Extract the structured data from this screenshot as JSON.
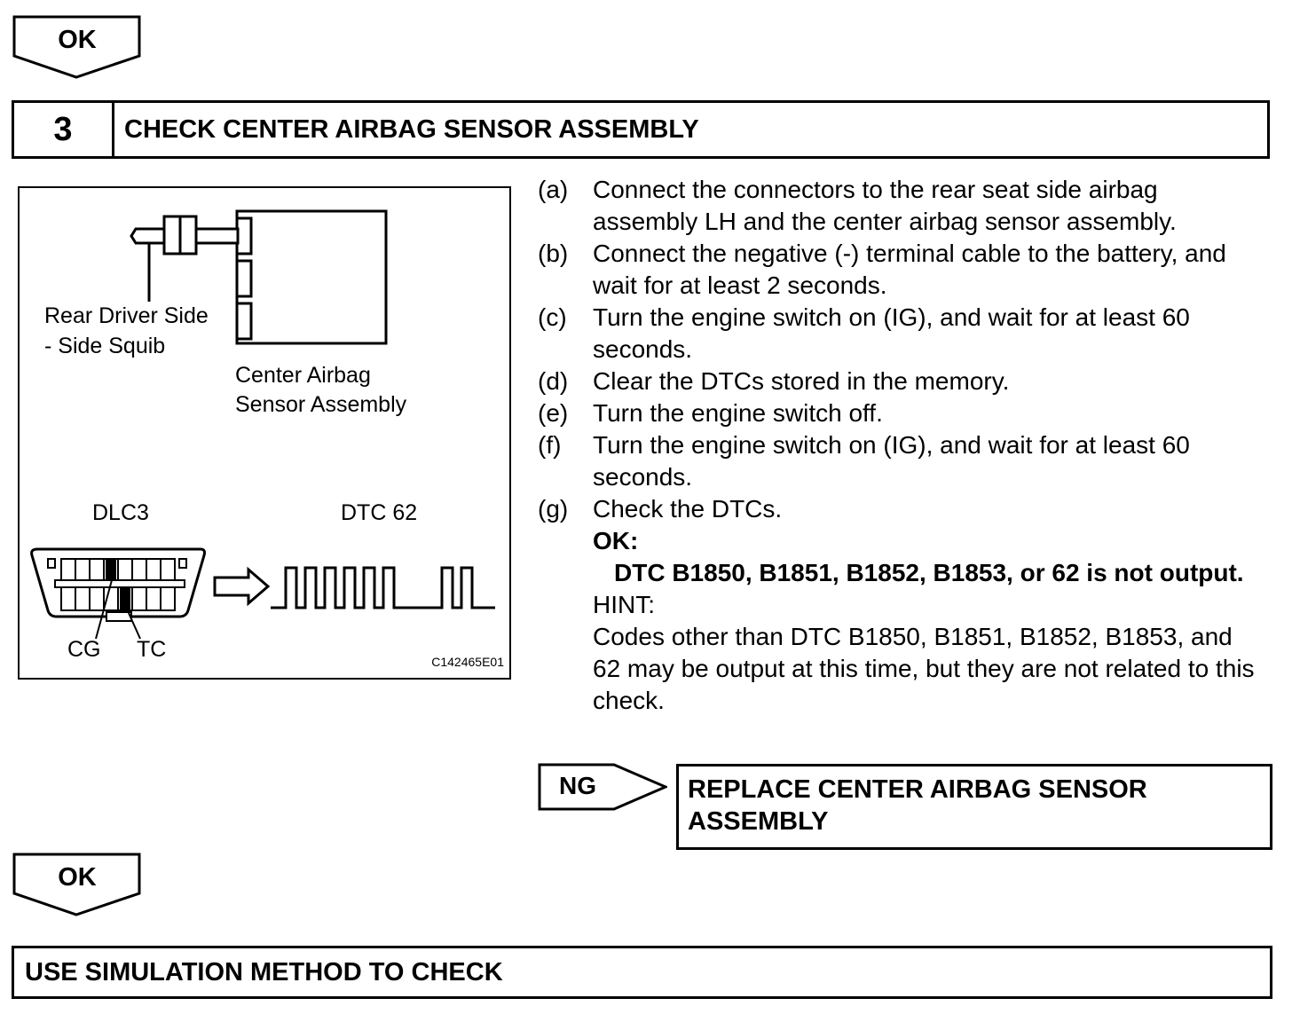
{
  "flags": {
    "ok_top": "OK",
    "ok_bottom": "OK",
    "ng": "NG"
  },
  "step": {
    "number": "3",
    "title": "CHECK CENTER AIRBAG SENSOR ASSEMBLY"
  },
  "figure": {
    "squib_label_1": "Rear Driver Side",
    "squib_label_2": "- Side Squib",
    "sensor_label_1": "Center Airbag",
    "sensor_label_2": "Sensor Assembly",
    "dlc_label": "DLC3",
    "dtc_label": "DTC 62",
    "cg_label": "CG",
    "tc_label": "TC",
    "figure_code": "C142465E01"
  },
  "procedure": {
    "steps": [
      {
        "mark": "(a)",
        "text": "Connect the connectors to the rear seat side airbag assembly LH and the center airbag sensor assembly."
      },
      {
        "mark": "(b)",
        "text": "Connect the negative (-) terminal cable to the battery, and wait for at least 2 seconds."
      },
      {
        "mark": "(c)",
        "text": "Turn the engine switch on (IG), and wait for at least 60 seconds."
      },
      {
        "mark": "(d)",
        "text": "Clear the DTCs stored in the memory."
      },
      {
        "mark": "(e)",
        "text": "Turn the engine switch off."
      },
      {
        "mark": "(f)",
        "text": "Turn the engine switch on (IG), and wait for at least 60 seconds."
      },
      {
        "mark": "(g)",
        "text": "Check the DTCs."
      }
    ],
    "ok_title": "OK:",
    "ok_detail": "DTC B1850, B1851, B1852, B1853, or 62 is not output.",
    "hint_title": "HINT:",
    "hint_text": "Codes other than DTC B1850, B1851, B1852, B1853, and 62 may be output at this time, but they are not related to this check."
  },
  "ng_action": "REPLACE CENTER AIRBAG SENSOR ASSEMBLY",
  "next_step": "USE SIMULATION METHOD TO CHECK"
}
